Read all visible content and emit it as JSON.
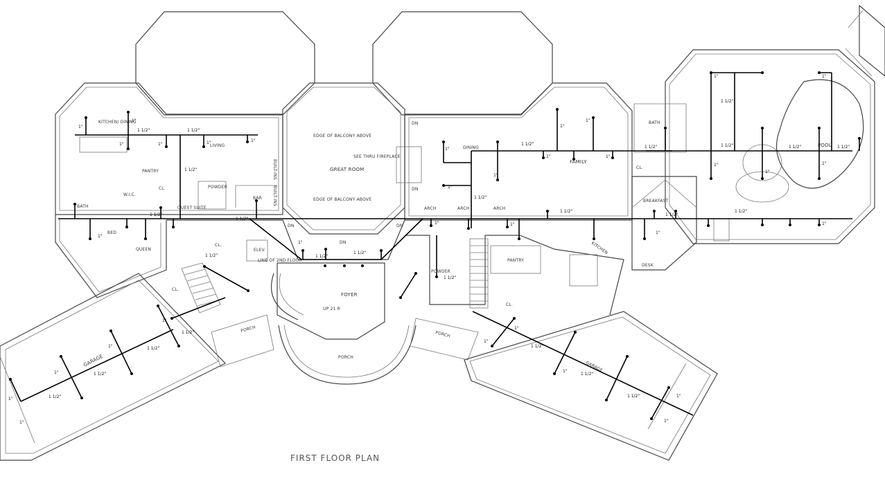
{
  "title": "FIRST FLOOR PLAN",
  "rooms": [
    {
      "id": "kitchen-dining-left",
      "label": "KITCHEN/ DINING"
    },
    {
      "id": "living",
      "label": "LIVING"
    },
    {
      "id": "built-ins-left",
      "label": "BUILT-INS"
    },
    {
      "id": "built-ins-left-lower",
      "label": "BUILT-INS"
    },
    {
      "id": "great-room",
      "label": "GREAT ROOM"
    },
    {
      "id": "edge-balcony-top",
      "label": "EDGE OF BALCONY ABOVE"
    },
    {
      "id": "edge-balcony-bottom",
      "label": "EDGE OF BALCONY ABOVE"
    },
    {
      "id": "see-thru-fireplace",
      "label": "SEE THRU FIREPLACE"
    },
    {
      "id": "dining",
      "label": "DINING"
    },
    {
      "id": "family",
      "label": "FAMILY"
    },
    {
      "id": "pool",
      "label": "POOL"
    },
    {
      "id": "bath-right",
      "label": "BATH"
    },
    {
      "id": "breakfast",
      "label": "BREAKFAST"
    },
    {
      "id": "kitchen-right",
      "label": "KITCHEN"
    },
    {
      "id": "pantry-right",
      "label": "PANTRY"
    },
    {
      "id": "pantry-left",
      "label": "PANTRY"
    },
    {
      "id": "desk",
      "label": "DESK"
    },
    {
      "id": "powder-left",
      "label": "POWDER"
    },
    {
      "id": "powder-right",
      "label": "POWDER"
    },
    {
      "id": "bar",
      "label": "BAR"
    },
    {
      "id": "guest-suite",
      "label": "GUEST SUITE"
    },
    {
      "id": "wic",
      "label": "W.I.C."
    },
    {
      "id": "bed",
      "label": "BED"
    },
    {
      "id": "queen",
      "label": "QUEEN"
    },
    {
      "id": "bath-left",
      "label": "BATH"
    },
    {
      "id": "cl-left",
      "label": "CL."
    },
    {
      "id": "cl-guest",
      "label": "CL."
    },
    {
      "id": "cl-mid",
      "label": "CL."
    },
    {
      "id": "cl-right",
      "label": "CL."
    },
    {
      "id": "cl-kitchen",
      "label": "CL."
    },
    {
      "id": "elev",
      "label": "ELEV."
    },
    {
      "id": "foyer",
      "label": "FOYER"
    },
    {
      "id": "porch-center",
      "label": "PORCH"
    },
    {
      "id": "porch-left",
      "label": "PORCH"
    },
    {
      "id": "porch-right",
      "label": "PORCH"
    },
    {
      "id": "garage-left",
      "label": "GARAGE"
    },
    {
      "id": "garage-right",
      "label": "GARAGE"
    },
    {
      "id": "line-2nd-floor",
      "label": "LINE OF 2ND FLOOR"
    },
    {
      "id": "arch-1",
      "label": "ARCH"
    },
    {
      "id": "arch-2",
      "label": "ARCH"
    },
    {
      "id": "arch-3",
      "label": "ARCH"
    },
    {
      "id": "dn-1",
      "label": "DN"
    },
    {
      "id": "dn-2",
      "label": "DN"
    },
    {
      "id": "dn-3",
      "label": "DN"
    },
    {
      "id": "dn-4",
      "label": "DN"
    },
    {
      "id": "dn-5",
      "label": "DN"
    },
    {
      "id": "up-foyer",
      "label": "UP 21 R"
    }
  ],
  "pipe_labels": [
    {
      "id": "p-main-1",
      "text": "1 1/2\""
    },
    {
      "id": "p-main-2",
      "text": "1 1/2\""
    },
    {
      "id": "p-main-3",
      "text": "1 1/2\""
    },
    {
      "id": "p-left-1",
      "text": "1\""
    },
    {
      "id": "p-left-2",
      "text": "1\""
    },
    {
      "id": "p-left-3",
      "text": "1\""
    },
    {
      "id": "p-left-4",
      "text": "1\""
    },
    {
      "id": "p-left-5",
      "text": "1\""
    },
    {
      "id": "p-left-6",
      "text": "1 1/2\""
    },
    {
      "id": "p-left-7",
      "text": "1 1/2\""
    },
    {
      "id": "p-left-8",
      "text": "1 1/2\""
    },
    {
      "id": "p-left-9",
      "text": "1\""
    },
    {
      "id": "p-left-10",
      "text": "1\""
    },
    {
      "id": "p-foyer-1",
      "text": "1 1/2\""
    },
    {
      "id": "p-foyer-2",
      "text": "1 1/2\""
    },
    {
      "id": "p-foyer-3",
      "text": "1 1/2\""
    },
    {
      "id": "p-foyer-4",
      "text": "1\""
    },
    {
      "id": "p-dining-1",
      "text": "1\""
    },
    {
      "id": "p-dining-2",
      "text": "1\""
    },
    {
      "id": "p-dining-3",
      "text": "1 1/2\""
    },
    {
      "id": "p-dining-4",
      "text": "1 1/2\""
    },
    {
      "id": "p-dining-5",
      "text": "1\""
    },
    {
      "id": "p-family-1",
      "text": "1\""
    },
    {
      "id": "p-family-2",
      "text": "1\""
    },
    {
      "id": "p-family-3",
      "text": "1\""
    },
    {
      "id": "p-family-4",
      "text": "1\""
    },
    {
      "id": "p-family-5",
      "text": "1 1/2\""
    },
    {
      "id": "p-family-6",
      "text": "1 1/2\""
    },
    {
      "id": "p-pool-1",
      "text": "1\""
    },
    {
      "id": "p-pool-2",
      "text": "1 1/2\""
    },
    {
      "id": "p-pool-3",
      "text": "1 1/2\""
    },
    {
      "id": "p-pool-4",
      "text": "1 1/2\""
    },
    {
      "id": "p-pool-5",
      "text": "1 1/2\""
    },
    {
      "id": "p-pool-6",
      "text": "1\""
    },
    {
      "id": "p-pool-7",
      "text": "1\""
    },
    {
      "id": "p-pool-8",
      "text": "1\""
    },
    {
      "id": "p-pool-9",
      "text": "1\""
    },
    {
      "id": "p-pool-10",
      "text": "1\""
    },
    {
      "id": "p-kitchen-1",
      "text": "1\""
    },
    {
      "id": "p-kitchen-2",
      "text": "1\""
    },
    {
      "id": "p-kitchen-3",
      "text": "1\""
    },
    {
      "id": "p-kitchen-4",
      "text": "1 1/2\""
    },
    {
      "id": "p-kitchen-5",
      "text": "1 1/2\""
    },
    {
      "id": "p-gl-1",
      "text": "1 1/2\""
    },
    {
      "id": "p-gl-2",
      "text": "1 1/2\""
    },
    {
      "id": "p-gl-3",
      "text": "1 1/2\""
    },
    {
      "id": "p-gl-4",
      "text": "1 1/2\""
    },
    {
      "id": "p-gl-5",
      "text": "1\""
    },
    {
      "id": "p-gl-6",
      "text": "1\""
    },
    {
      "id": "p-gl-7",
      "text": "1\""
    },
    {
      "id": "p-gl-8",
      "text": "1\""
    },
    {
      "id": "p-gl-9",
      "text": "1\""
    },
    {
      "id": "p-gr-1",
      "text": "1 1/2\""
    },
    {
      "id": "p-gr-2",
      "text": "1 1/2\""
    },
    {
      "id": "p-gr-3",
      "text": "1 1/2\""
    },
    {
      "id": "p-gr-4",
      "text": "1\""
    },
    {
      "id": "p-gr-5",
      "text": "1\""
    },
    {
      "id": "p-gr-6",
      "text": "1\""
    },
    {
      "id": "p-gr-7",
      "text": "1\""
    },
    {
      "id": "p-gr-8",
      "text": "1\""
    }
  ]
}
